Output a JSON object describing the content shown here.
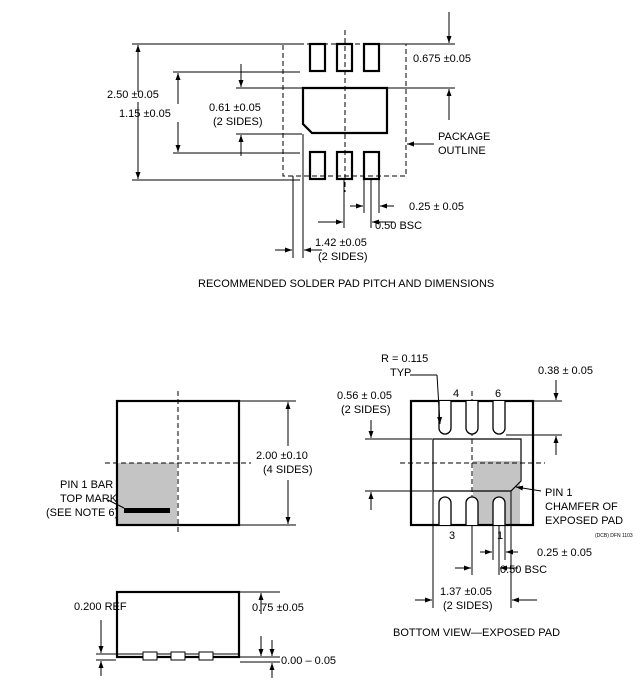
{
  "top_view": {
    "dim_250": "2.50 ±0.05",
    "dim_115": "1.15 ±0.05",
    "dim_061": "0.61 ±0.05",
    "dim_061_sides": "(2 SIDES)",
    "dim_0675": "0.675 ±0.05",
    "package_outline_1": "PACKAGE",
    "package_outline_2": "OUTLINE",
    "dim_025": "0.25 ± 0.05",
    "dim_050": "0.50 BSC",
    "dim_142": "1.42 ±0.05",
    "dim_142_sides": "(2 SIDES)",
    "caption": "RECOMMENDED SOLDER PAD PITCH AND DIMENSIONS"
  },
  "package_top": {
    "dim_200": "2.00 ±0.10",
    "dim_200_sides": "(4 SIDES)",
    "pin1_bar_1": "PIN 1 BAR",
    "pin1_bar_2": "TOP MARK",
    "pin1_bar_3": "(SEE NOTE 6)"
  },
  "side_view": {
    "dim_0200": "0.200 REF",
    "dim_075": "0.75 ±0.05",
    "dim_000": "0.00 – 0.05"
  },
  "bottom_view": {
    "r_label": "R = 0.115",
    "typ": "TYP",
    "pin4": "4",
    "pin6": "6",
    "pin3": "3",
    "pin1": "1",
    "dim_038": "0.38 ± 0.05",
    "dim_056": "0.56 ± 0.05",
    "dim_056_sides": "(2 SIDES)",
    "pin1_chamfer_1": "PIN 1",
    "pin1_chamfer_2": "CHAMFER OF",
    "pin1_chamfer_3": "EXPOSED PAD",
    "doc_code": "(DCB) DFN 1103",
    "dim_025": "0.25 ± 0.05",
    "dim_050": "0.50 BSC",
    "dim_137": "1.37 ±0.05",
    "dim_137_sides": "(2 SIDES)",
    "caption": "BOTTOM VIEW—EXPOSED PAD"
  }
}
